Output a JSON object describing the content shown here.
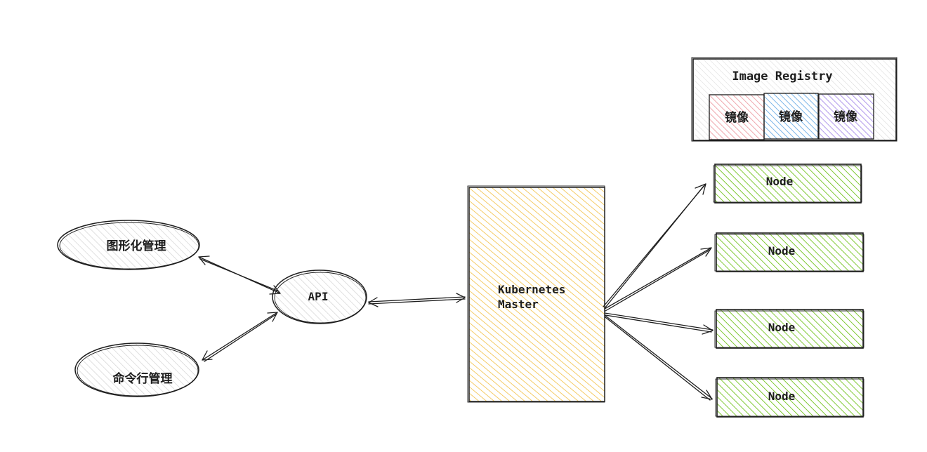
{
  "diagram": {
    "registry": {
      "title": "Image Registry",
      "images": [
        {
          "label": "镜像",
          "color": "#ffb3b8"
        },
        {
          "label": "镜像",
          "color": "#7fb8ee"
        },
        {
          "label": "镜像",
          "color": "#b79cf2"
        }
      ]
    },
    "clients": {
      "gui": "图形化管理",
      "cli": "命令行管理"
    },
    "api": "API",
    "master": {
      "line1": "Kubernetes",
      "line2": "Master",
      "color": "#f4c542"
    },
    "nodes": [
      "Node",
      "Node",
      "Node",
      "Node"
    ],
    "colors": {
      "stroke": "#1e1e1e",
      "client_fill": "#d9d9d9",
      "node_fill": "#6cc31a",
      "registry_fill": "#dcdcdc"
    }
  }
}
